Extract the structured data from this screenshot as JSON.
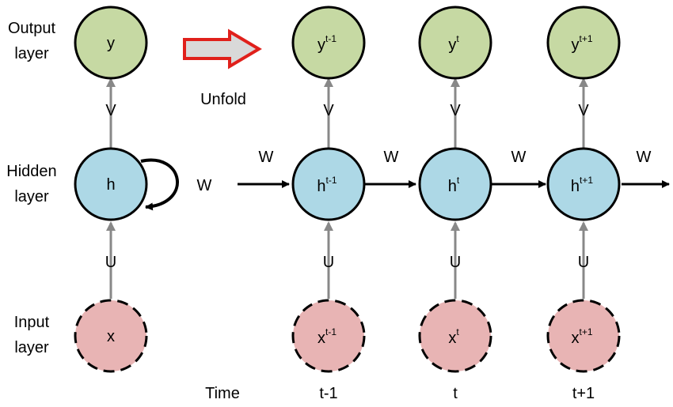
{
  "layer_labels": {
    "output": [
      "Output",
      "layer"
    ],
    "hidden": [
      "Hidden",
      "layer"
    ],
    "input": [
      "Input",
      "layer"
    ]
  },
  "unfold_label": "Unfold",
  "time_label": "Time",
  "weights": {
    "input": "U",
    "output": "V",
    "recurrent": "W"
  },
  "folded": {
    "output": "y",
    "hidden": "h",
    "input": "x"
  },
  "steps": [
    {
      "time": "t-1",
      "y_sup": "t-1",
      "h_sup": "t-1",
      "x_sup": "t-1"
    },
    {
      "time": "t",
      "y_sup": "t",
      "h_sup": "t",
      "x_sup": "t"
    },
    {
      "time": "t+1",
      "y_sup": "t+1",
      "h_sup": "t+1",
      "x_sup": "t+1"
    }
  ],
  "unfolded_base": {
    "output": "y",
    "hidden": "h",
    "input": "x"
  },
  "colors": {
    "output_fill": "#c6d9a3",
    "hidden_fill": "#add8e6",
    "input_fill": "#e8b4b4",
    "gray_arrow": "#888888",
    "unfold_arrow_stroke": "#e0201b",
    "unfold_arrow_fill": "#d9d9d9"
  }
}
